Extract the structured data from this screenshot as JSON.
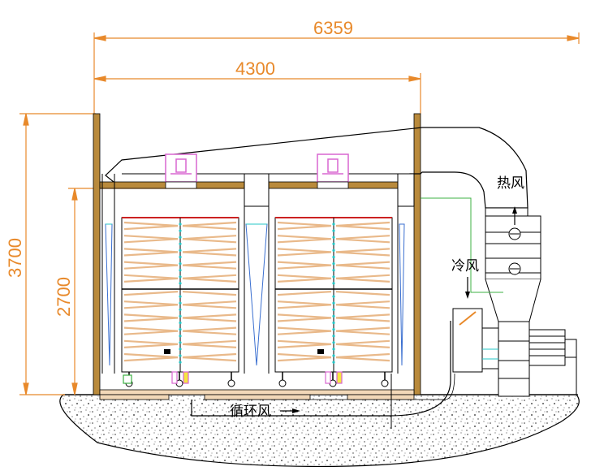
{
  "dimensions": {
    "overall_width": "6359",
    "chamber_width": "4300",
    "overall_height": "3700",
    "rack_height": "2700"
  },
  "labels": {
    "hot_air": "热风",
    "cold_air": "冷风",
    "circulating_air": "循环风"
  },
  "colors": {
    "dimension": "#e8892a",
    "wall": "#b98a3c",
    "tray": "#e9b98a",
    "fan_motor": "#d966d0",
    "duct": "#000000",
    "baffle": "#3a6fd0",
    "cyan_marker": "#25c7c7",
    "rack_top": "#cc2222"
  }
}
